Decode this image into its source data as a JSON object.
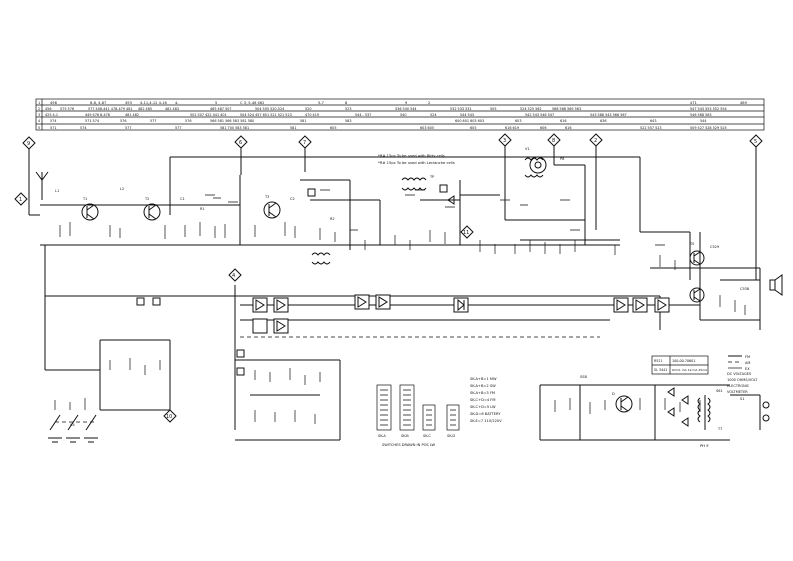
{
  "header": {
    "row1": [
      "498",
      "6-8, 4-87",
      "493",
      "4-11,4-12 4-16",
      "4-",
      "5",
      "C 3, 5-46 462",
      "5-7",
      "8",
      "9",
      "2",
      "471",
      "489"
    ],
    "row2": [
      "456",
      "575 576",
      "577 408-441 478-479 481",
      "482 485",
      "481 483",
      "485 487 507",
      "504 505 520-524",
      "520",
      "523",
      "536 540 544",
      "532 533 531",
      "505",
      "524 525 562",
      "568 568 569 563",
      "547 543 553 552 554"
    ],
    "row3": [
      "425 4-1",
      "449 476 8-478",
      "481 482",
      "502 507 422 441 401",
      "504 524 457 651 521 521 523",
      "470 419",
      "544 - 537",
      "540",
      "524",
      "544 543",
      "542 543 546 547",
      "543 588 543 566 567",
      "546 568 563"
    ],
    "row4": [
      "574",
      "571 574",
      "576",
      "577",
      "576",
      "566 581 566 583 581 580",
      "581",
      "583",
      "600 601 603 603",
      "603",
      "616",
      "636",
      "643",
      "544"
    ],
    "row5": [
      "571",
      "574",
      "577",
      "577",
      "581 700 583 581",
      "581",
      "605",
      "603 605",
      "605",
      "616 619",
      "606",
      "616",
      "522 557 523",
      "509 527 528 529 525"
    ]
  },
  "test_points": [
    "9",
    "6",
    "7",
    "3",
    "8",
    "2",
    "5",
    "1",
    "4",
    "10",
    "11"
  ],
  "note": [
    "*R# 15pc To be used with Bitty cells",
    "*R# 15pc To be used with Leclanche cells"
  ],
  "switch_labels": [
    "SK-A",
    "SK-B",
    "SK-C",
    "SK-D"
  ],
  "switch_caption": "SWITCHES DRAWN IN POS LW",
  "switch_legend": [
    "SK-A+B=1 MW",
    "SK-A+B=2 SW",
    "SK-A+B=3 FM",
    "SK-C+D=4 FM",
    "SK-C+D=5 LW",
    "SK-D=6 BATTERY",
    "SK-E=7 110/220V"
  ],
  "key": {
    "rows": [
      [
        "R521",
        "100-00-70601"
      ],
      [
        "SL 3441",
        "6V/11 mA 19 mA 25mA"
      ]
    ],
    "legend": [
      "FM",
      "AM",
      "EX"
    ],
    "caption": [
      "DC VOLTAGES",
      "1000 OHMS/VOLT",
      "ELECTRONIC",
      "VOLTMETER"
    ]
  },
  "component_labels": {
    "l1": "L1",
    "l2": "L2",
    "t1": "T1",
    "t2": "T2",
    "t3": "T3",
    "c1": "C1",
    "c2": "C2",
    "r1": "R1",
    "r2": "R2",
    "tp": "TP",
    "v1": "V1",
    "d": "D",
    "ssb": "SSB",
    "ts": "TS",
    "s1": "S1",
    "c4": "C4"
  },
  "right_labels": [
    "C529",
    "C538",
    "S61",
    "T7",
    "P8"
  ],
  "page_code": "PH E"
}
